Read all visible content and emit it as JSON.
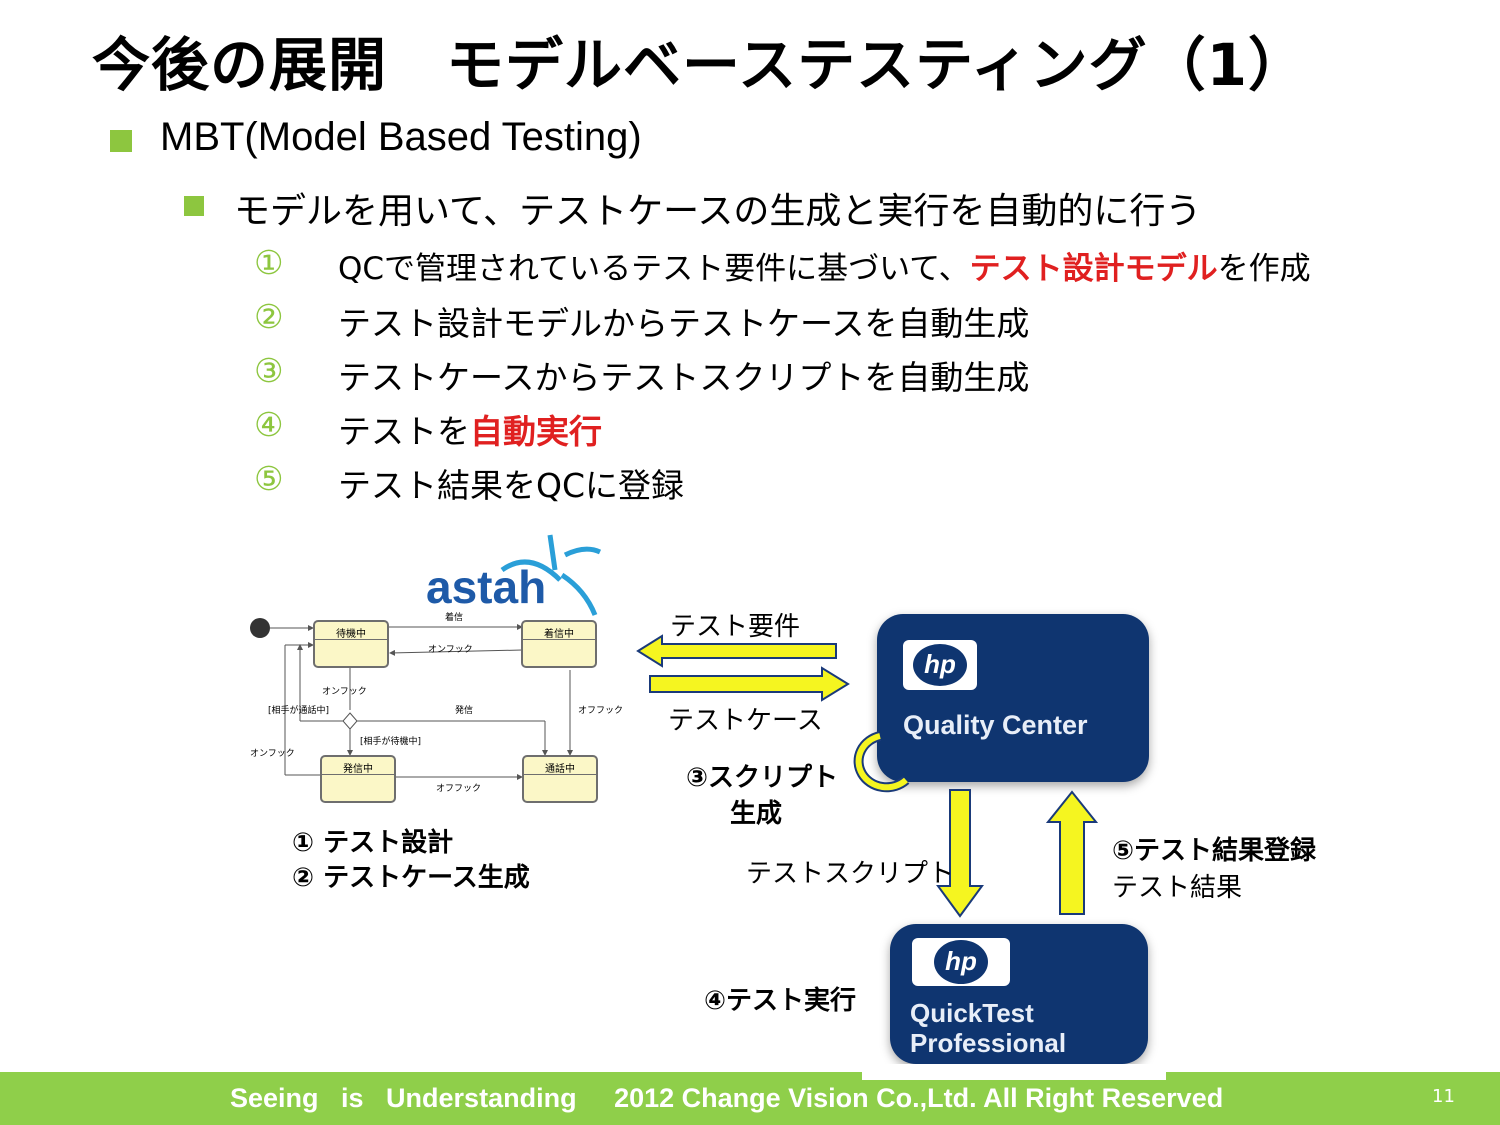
{
  "slide": {
    "title": "今後の展開　モデルベーステスティング（1）",
    "bullet1": "MBT(Model Based Testing)",
    "bullet2": "モデルを用いて、テストケースの生成と実行を自動的に行う",
    "steps": [
      {
        "num": "①",
        "text_before": "QCで管理されているテスト要件に基づいて、",
        "highlight": "テスト設計モデル",
        "text_after": "を作成"
      },
      {
        "num": "②",
        "text": "テスト設計モデルからテストケースを自動生成"
      },
      {
        "num": "③",
        "text": "テストケースからテストスクリプトを自動生成"
      },
      {
        "num": "④",
        "text_before": "テストを",
        "highlight": "自動実行"
      },
      {
        "num": "⑤",
        "text": "テスト結果をQCに登録"
      }
    ]
  },
  "diagram": {
    "astah_logo": "astah",
    "state_machine": {
      "states": [
        "待機中",
        "着信中",
        "発信中",
        "通話中"
      ],
      "transitions": [
        "着信",
        "オンフック",
        "オンフック",
        "[相手が通話中]",
        "発信",
        "[相手が待機中]",
        "オフフック",
        "オンフック",
        "オフフック"
      ]
    },
    "left_caption_1": "① テスト設計",
    "left_caption_2": "② テストケース生成",
    "arrow_requirement": "テスト要件",
    "arrow_testcase": "テストケース",
    "script_gen_1": "③スクリプト",
    "script_gen_2": "生成",
    "arrow_script": "テストスクリプト",
    "result_reg": "⑤テスト結果登録",
    "result": "テスト結果",
    "execute": "④テスト実行",
    "qc_name": "Quality Center",
    "qtp_name_1": "QuickTest",
    "qtp_name_2": "Professional",
    "hp_logo": "hp",
    "colors": {
      "arrow_fill": "#f5f520",
      "arrow_stroke": "#1a3a7a",
      "hp_box": "#0f3570",
      "accent": "#8dc63f",
      "highlight": "#e02020"
    }
  },
  "footer": {
    "text": "Seeing   is   Understanding     2012 Change Vision Co.,Ltd. All Right Reserved",
    "page_number": "11"
  }
}
